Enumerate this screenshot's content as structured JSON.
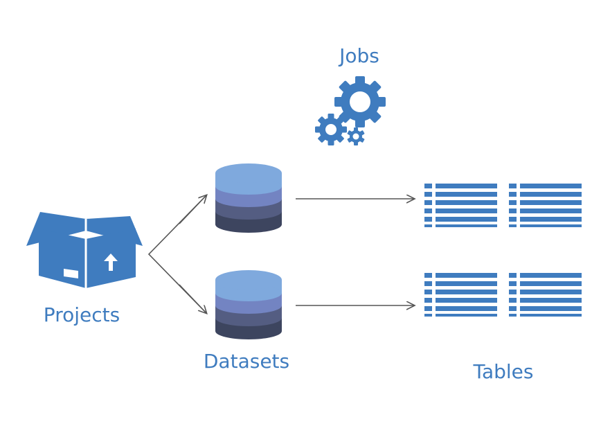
{
  "diagram": {
    "labels": {
      "jobs": "Jobs",
      "projects": "Projects",
      "datasets": "Datasets",
      "tables": "Tables"
    },
    "colors": {
      "primary": "#3f7cbf",
      "arrow": "#555555",
      "db_layers": [
        "#7fa9dd",
        "#7384c2",
        "#545d82",
        "#3d455f"
      ]
    }
  }
}
